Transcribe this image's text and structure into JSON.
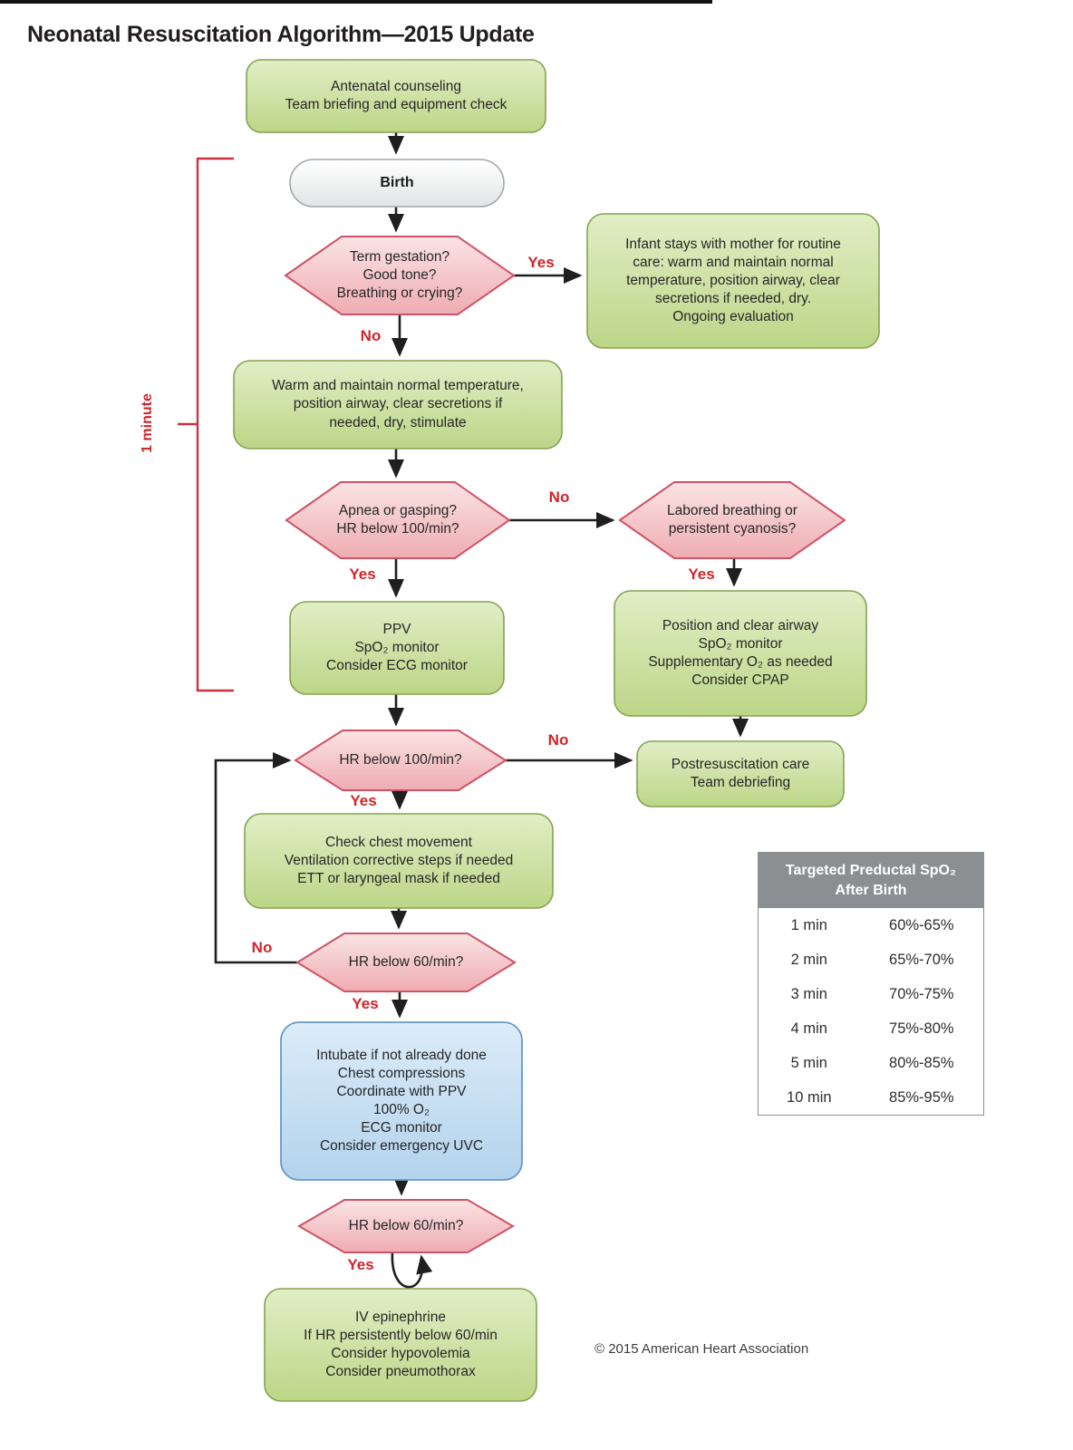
{
  "title": "Neonatal Resuscitation Algorithm—2015 Update",
  "copyright": "© 2015 American Heart Association",
  "timeline": {
    "label": "1 minute"
  },
  "labels": {
    "term_yes": "Yes",
    "term_no": "No",
    "apnea_no": "No",
    "apnea_yes": "Yes",
    "labored_yes": "Yes",
    "hr100_no": "No",
    "hr100_yes": "Yes",
    "hr60a_no": "No",
    "hr60a_yes": "Yes",
    "hr60b_yes": "Yes"
  },
  "nodes": {
    "antenatal": {
      "label": "Antenatal counseling\nTeam briefing and equipment check"
    },
    "birth": {
      "label": "Birth"
    },
    "term_gestation": {
      "label": "Term gestation?\nGood tone?\nBreathing or crying?"
    },
    "infant_routine": {
      "label": "Infant stays with mother for routine\ncare: warm and maintain normal\ntemperature, position airway, clear\nsecretions if needed, dry.\nOngoing evaluation"
    },
    "warm": {
      "label": "Warm and maintain normal temperature,\nposition airway, clear secretions if\nneeded, dry, stimulate"
    },
    "apnea": {
      "label": "Apnea or gasping?\nHR below 100/min?"
    },
    "labored": {
      "label": "Labored breathing or\npersistent cyanosis?"
    },
    "ppv": {
      "label": "PPV\nSpO₂ monitor\nConsider ECG monitor"
    },
    "position_airway": {
      "label": "Position and clear airway\nSpO₂ monitor\nSupplementary O₂ as needed\nConsider CPAP"
    },
    "hr100": {
      "label": "HR below 100/min?"
    },
    "postresuscitation": {
      "label": "Postresuscitation care\nTeam debriefing"
    },
    "check_chest": {
      "label": "Check chest movement\nVentilation corrective steps if needed\nETT or laryngeal mask if needed"
    },
    "hr60a": {
      "label": "HR below 60/min?"
    },
    "intubate": {
      "label": "Intubate if not already done\nChest compressions\nCoordinate with PPV\n100% O₂\nECG monitor\nConsider emergency UVC"
    },
    "hr60b": {
      "label": "HR below 60/min?"
    },
    "epinephrine": {
      "label": "IV epinephrine\nIf HR persistently below 60/min\nConsider hypovolemia\nConsider pneumothorax"
    }
  },
  "table": {
    "title": "Targeted Preductal SpO₂\nAfter Birth",
    "rows": [
      {
        "time": "1 min",
        "range": "60%-65%"
      },
      {
        "time": "2 min",
        "range": "65%-70%"
      },
      {
        "time": "3 min",
        "range": "70%-75%"
      },
      {
        "time": "4 min",
        "range": "75%-80%"
      },
      {
        "time": "5 min",
        "range": "80%-85%"
      },
      {
        "time": "10 min",
        "range": "85%-95%"
      }
    ]
  },
  "colors": {
    "action_green": "#cfe3a2",
    "green_border": "#84a351",
    "decision_pink": "#f5c9cc",
    "pink_border": "#d05266",
    "compression_blue": "#c9e0f3",
    "blue_border": "#6699cc",
    "birth_gray": "#ececee",
    "gray_border": "#a2a7a9",
    "accent_red": "#d2232a",
    "table_header_gray": "#8b8f92"
  }
}
